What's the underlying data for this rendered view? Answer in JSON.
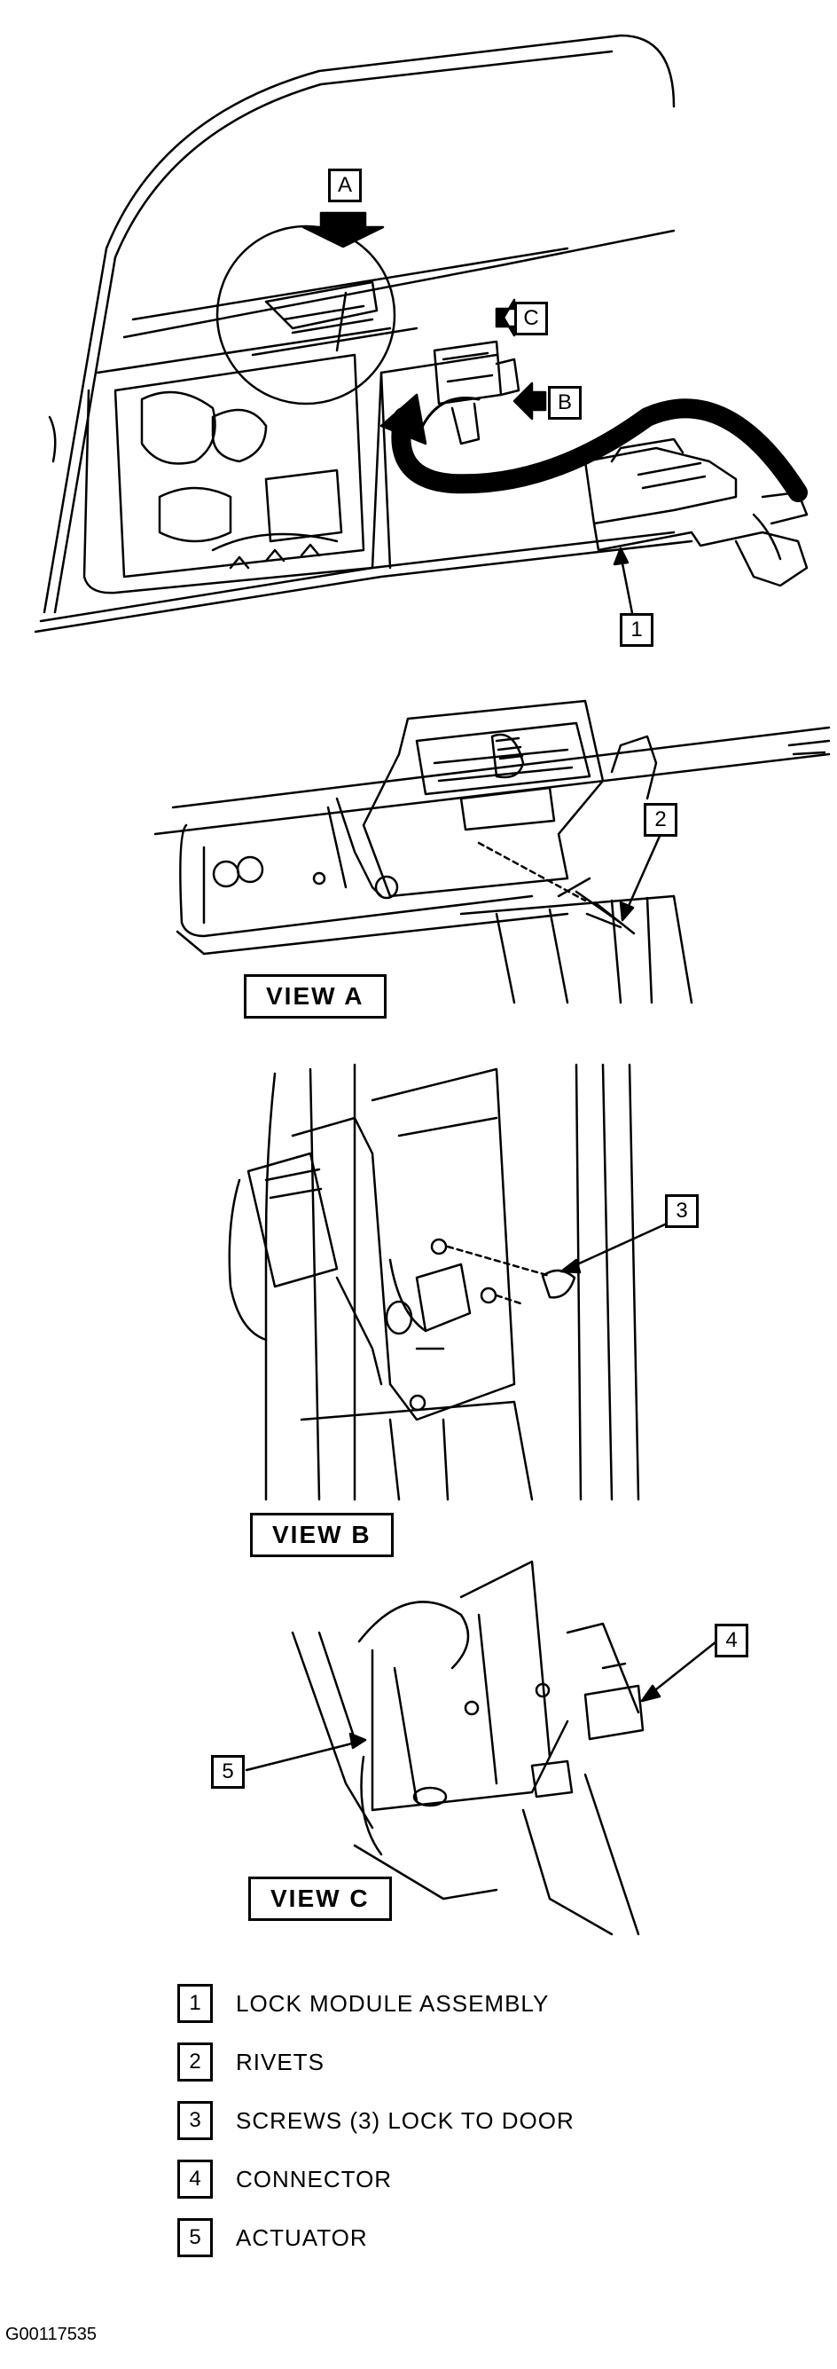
{
  "arrows": {
    "a": "A",
    "b": "B",
    "c": "C"
  },
  "callouts": [
    "1",
    "2",
    "3",
    "4",
    "5"
  ],
  "views": {
    "a": "VIEW A",
    "b": "VIEW B",
    "c": "VIEW C"
  },
  "legend": [
    {
      "num": "1",
      "text": "LOCK MODULE ASSEMBLY"
    },
    {
      "num": "2",
      "text": "RIVETS"
    },
    {
      "num": "3",
      "text": "SCREWS (3) LOCK TO DOOR"
    },
    {
      "num": "4",
      "text": "CONNECTOR"
    },
    {
      "num": "5",
      "text": "ACTUATOR"
    }
  ],
  "figure_id": "G00117535"
}
